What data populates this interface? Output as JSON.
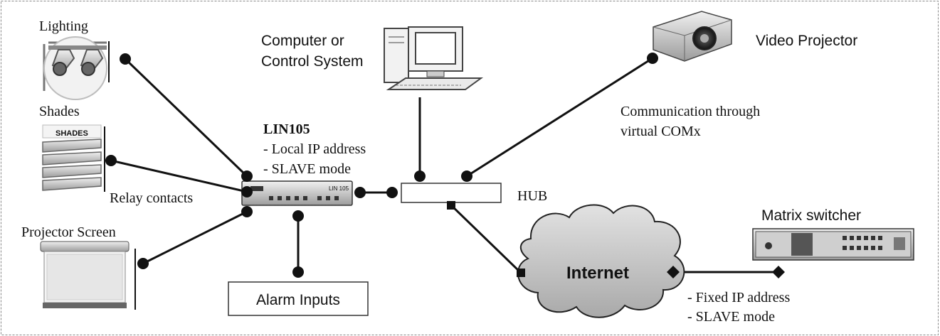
{
  "labels": {
    "lighting": "Lighting",
    "shades": "Shades",
    "projector_screen": "Projector Screen",
    "relay_contacts": "Relay contacts",
    "computer_line1": "Computer or",
    "computer_line2": "Control System",
    "video_projector": "Video Projector",
    "comm_line1": "Communication through",
    "comm_line2": "virtual COMx",
    "lin105_title": "LIN105",
    "lin105_line1": "- Local IP address",
    "lin105_line2": "- SLAVE mode",
    "hub": "HUB",
    "alarm_inputs": "Alarm Inputs",
    "internet": "Internet",
    "matrix_switcher": "Matrix switcher",
    "internet_line1": "- Fixed IP address",
    "internet_line2": "- SLAVE mode"
  },
  "device_text": {
    "shades_sign": "SHADES",
    "lin105_front": "LIN 105"
  },
  "colors": {
    "line": "#111111",
    "cloud": "#c9c9c9",
    "device": "#d8d8d8",
    "border": "#9a9a9a"
  }
}
